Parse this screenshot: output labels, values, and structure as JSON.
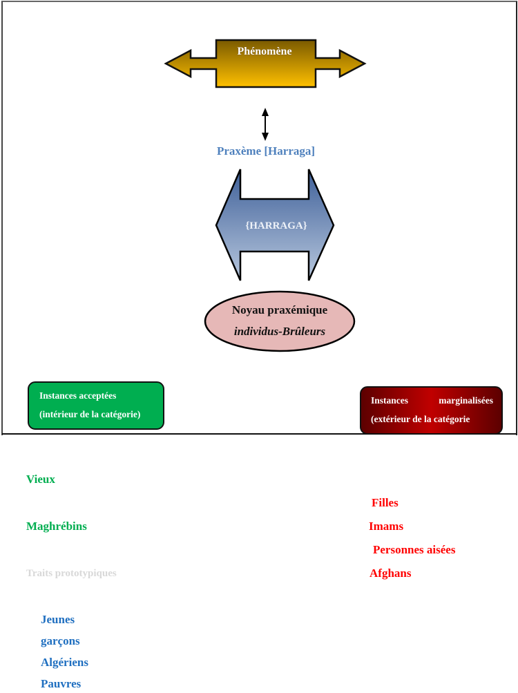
{
  "diagram": {
    "phenomene": {
      "label": "Phénomène",
      "fill_top": "#7a5a00",
      "fill_bottom": "#ffc000"
    },
    "connector": {
      "icon": "double-arrow-vertical"
    },
    "praxeme": {
      "label": "Praxème [Harraga]",
      "color": "#4f81bd"
    },
    "harraga": {
      "label": "{HARRAGA}",
      "fill_top": "#3f6099",
      "fill_bottom": "#b8c8de"
    },
    "noyau": {
      "title": "Noyau praxémique",
      "subtitle": "individus-Brûleurs",
      "fill": "#e6b8b7"
    },
    "accepted_box": {
      "line1": "Instances acceptées",
      "line2": "(intérieur de la catégorie)",
      "color": "#00ae50"
    },
    "marginal_box": {
      "line1_a": "Instances",
      "line1_b": "marginalisées",
      "line2": "(extérieur de la catégorie",
      "color": "#c00000"
    }
  },
  "lists": {
    "accepted": [
      "Vieux",
      "Maghrébins"
    ],
    "prototypical_label": "Traits prototypiques",
    "prototypical": [
      "Jeunes",
      "garçons",
      "Algériens",
      "Pauvres"
    ],
    "marginal": [
      "Filles",
      "Imams",
      "Personnes aisées",
      "Afghans"
    ]
  }
}
